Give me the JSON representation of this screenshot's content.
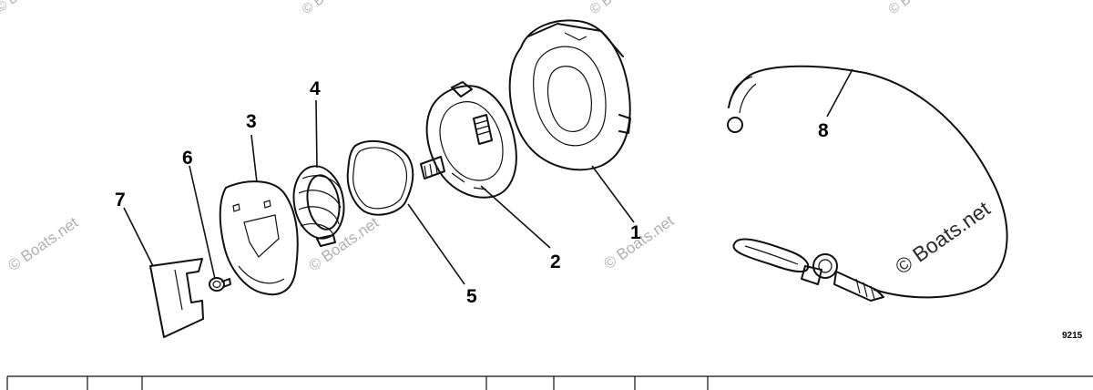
{
  "callouts": {
    "c1": "1",
    "c2": "2",
    "c3": "3",
    "c4": "4",
    "c5": "5",
    "c6": "6",
    "c7": "7",
    "c8": "8"
  },
  "drawing_id": "9215",
  "watermark": {
    "small": "© Boats.net",
    "large": "© Boats.net"
  }
}
